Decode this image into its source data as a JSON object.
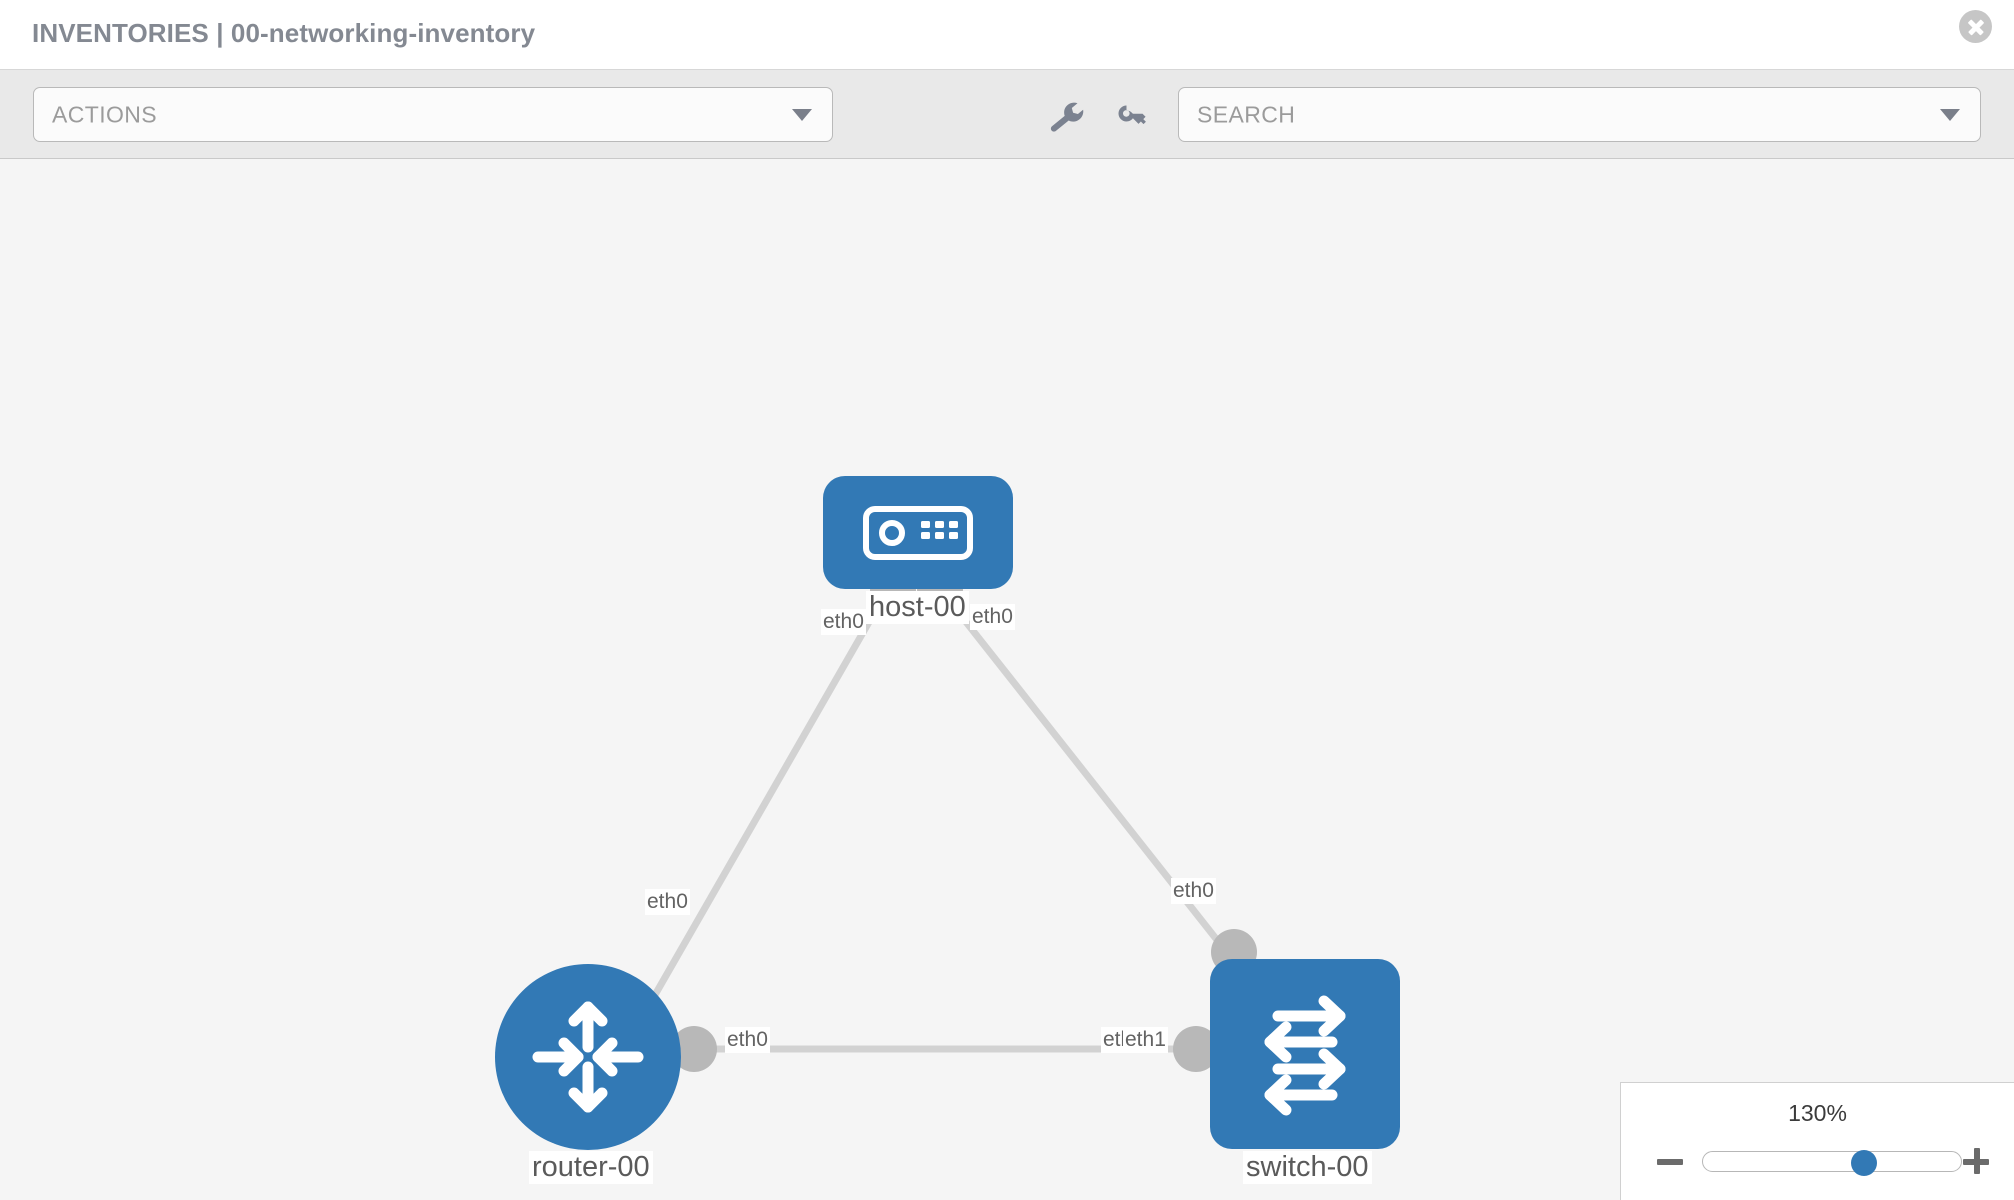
{
  "header": {
    "title": "INVENTORIES | 00-networking-inventory",
    "close_label": "",
    "close_icon": "close-circle-icon"
  },
  "toolbar": {
    "actions": {
      "label": "ACTIONS",
      "caret_icon": "chevron-down-icon"
    },
    "search": {
      "placeholder": "SEARCH",
      "value": "SEARCH",
      "caret_icon": "chevron-down-icon"
    },
    "icons": [
      {
        "name": "wrench-icon",
        "title": "Wrench"
      },
      {
        "name": "key-icon",
        "title": "Key"
      }
    ]
  },
  "topology": {
    "accent_color": "#3279b5",
    "edge_color": "#d2d2d2",
    "connector_color": "#b8b8b8",
    "canvas_color": "#f5f5f5",
    "nodes": [
      {
        "id": "host-00",
        "label": "host-00",
        "type": "host",
        "icon": "server-device-icon",
        "shape": "rounded-square"
      },
      {
        "id": "router-00",
        "label": "router-00",
        "type": "router",
        "icon": "router-four-arrows-icon",
        "shape": "circle"
      },
      {
        "id": "switch-00",
        "label": "switch-00",
        "type": "switch",
        "icon": "switch-arrows-icon",
        "shape": "rounded-square"
      }
    ],
    "links": [
      {
        "from": "host-00",
        "from_iface": "eth0",
        "to": "router-00",
        "to_iface": "eth0"
      },
      {
        "from": "host-00",
        "from_iface": "eth0",
        "to": "switch-00",
        "to_iface": "eth0"
      },
      {
        "from": "router-00",
        "from_iface": "eth0",
        "to": "switch-00",
        "to_iface": "eth1"
      }
    ],
    "interface_labels": {
      "host_left": "eth0",
      "host_right": "eth0",
      "router_up": "eth0",
      "switch_up": "eth0",
      "router_right": "eth0",
      "switch_left_hidden": "eth0",
      "switch_left": "eth1"
    }
  },
  "zoom": {
    "value_label": "130%",
    "minus_label": "",
    "plus_label": "",
    "minus_icon": "minus-icon",
    "plus_icon": "plus-icon",
    "slider_position_pct": 60
  }
}
